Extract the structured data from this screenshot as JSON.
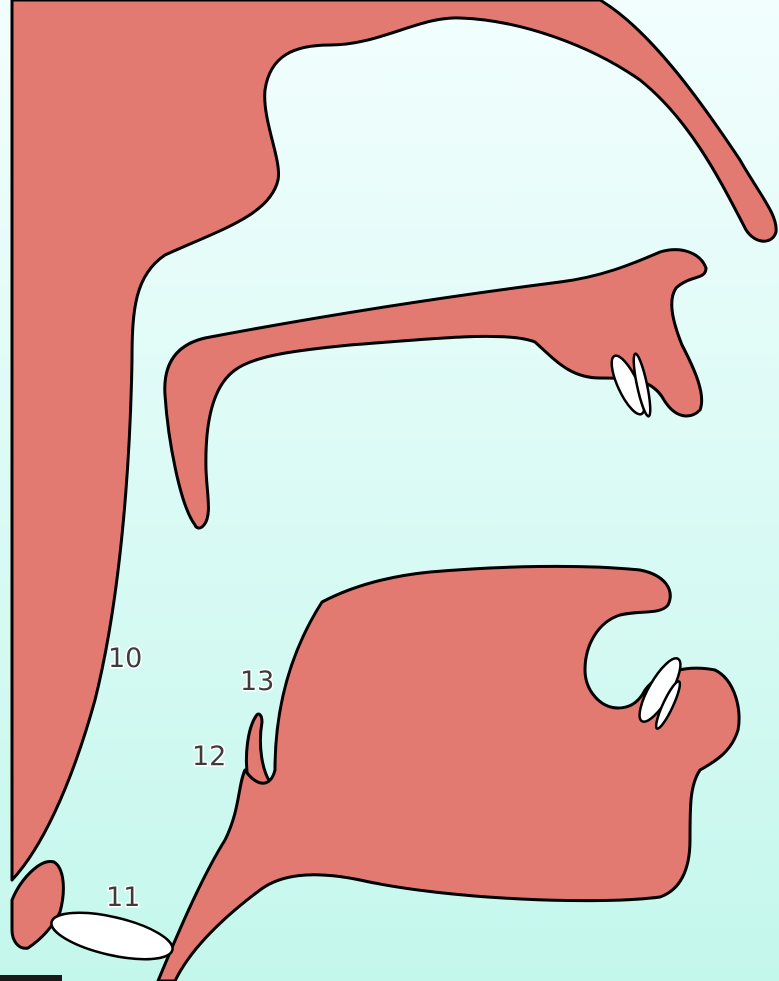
{
  "diagram": {
    "colors": {
      "tissue": "#e27a72",
      "outline": "#000000",
      "tooth": "#ffffff",
      "airway_top": "#f2fefe",
      "airway_bottom": "#c4f7ec"
    },
    "labels": {
      "pharynx_wall": "10",
      "vocal_fold": "11",
      "epiglottis_tip": "12",
      "tongue_root": "13"
    }
  }
}
